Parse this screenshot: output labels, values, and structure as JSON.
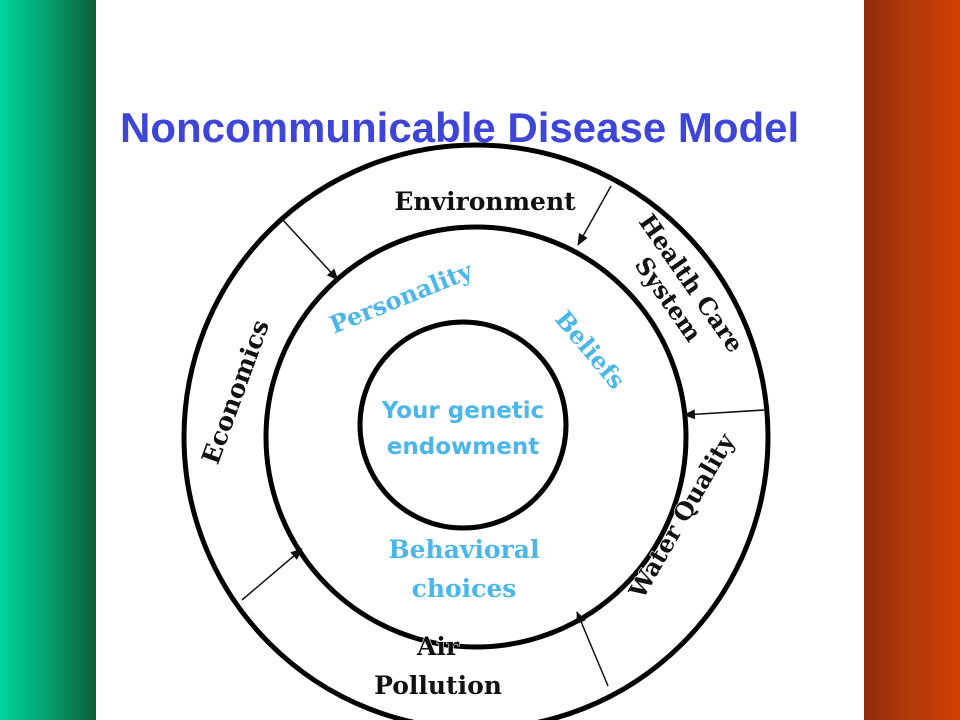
{
  "title": "Noncommunicable Disease Model",
  "core": {
    "line1": "Your genetic",
    "line2": "endowment"
  },
  "middle_ring": {
    "personality": "Personality",
    "beliefs": "Beliefs",
    "behavioral_line1": "Behavioral",
    "behavioral_line2": "choices"
  },
  "outer_ring": {
    "environment": "Environment",
    "health_care_line1": "Health Care",
    "health_care_line2": "System",
    "economics": "Economics",
    "water_quality": "Water Quality",
    "air_pollution_line1": "Air",
    "air_pollution_line2": "Pollution"
  },
  "colors": {
    "title": "#3d46d6",
    "inner_labels": "#4ab6ea",
    "outer_labels": "#111111",
    "left_bar": "#03a673",
    "right_bar": "#b03a0a"
  }
}
